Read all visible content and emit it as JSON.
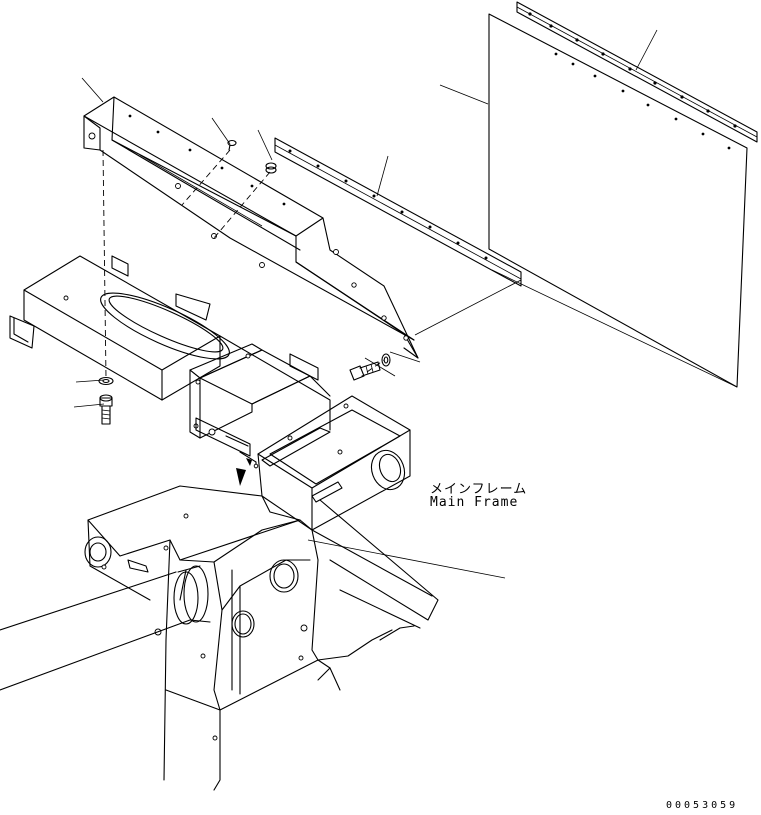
{
  "labels": {
    "main_frame_jp": "メインフレーム",
    "main_frame_en": "Main Frame",
    "drawing_number": "00053059"
  },
  "colors": {
    "ink": "#000000",
    "paper": "#ffffff"
  }
}
